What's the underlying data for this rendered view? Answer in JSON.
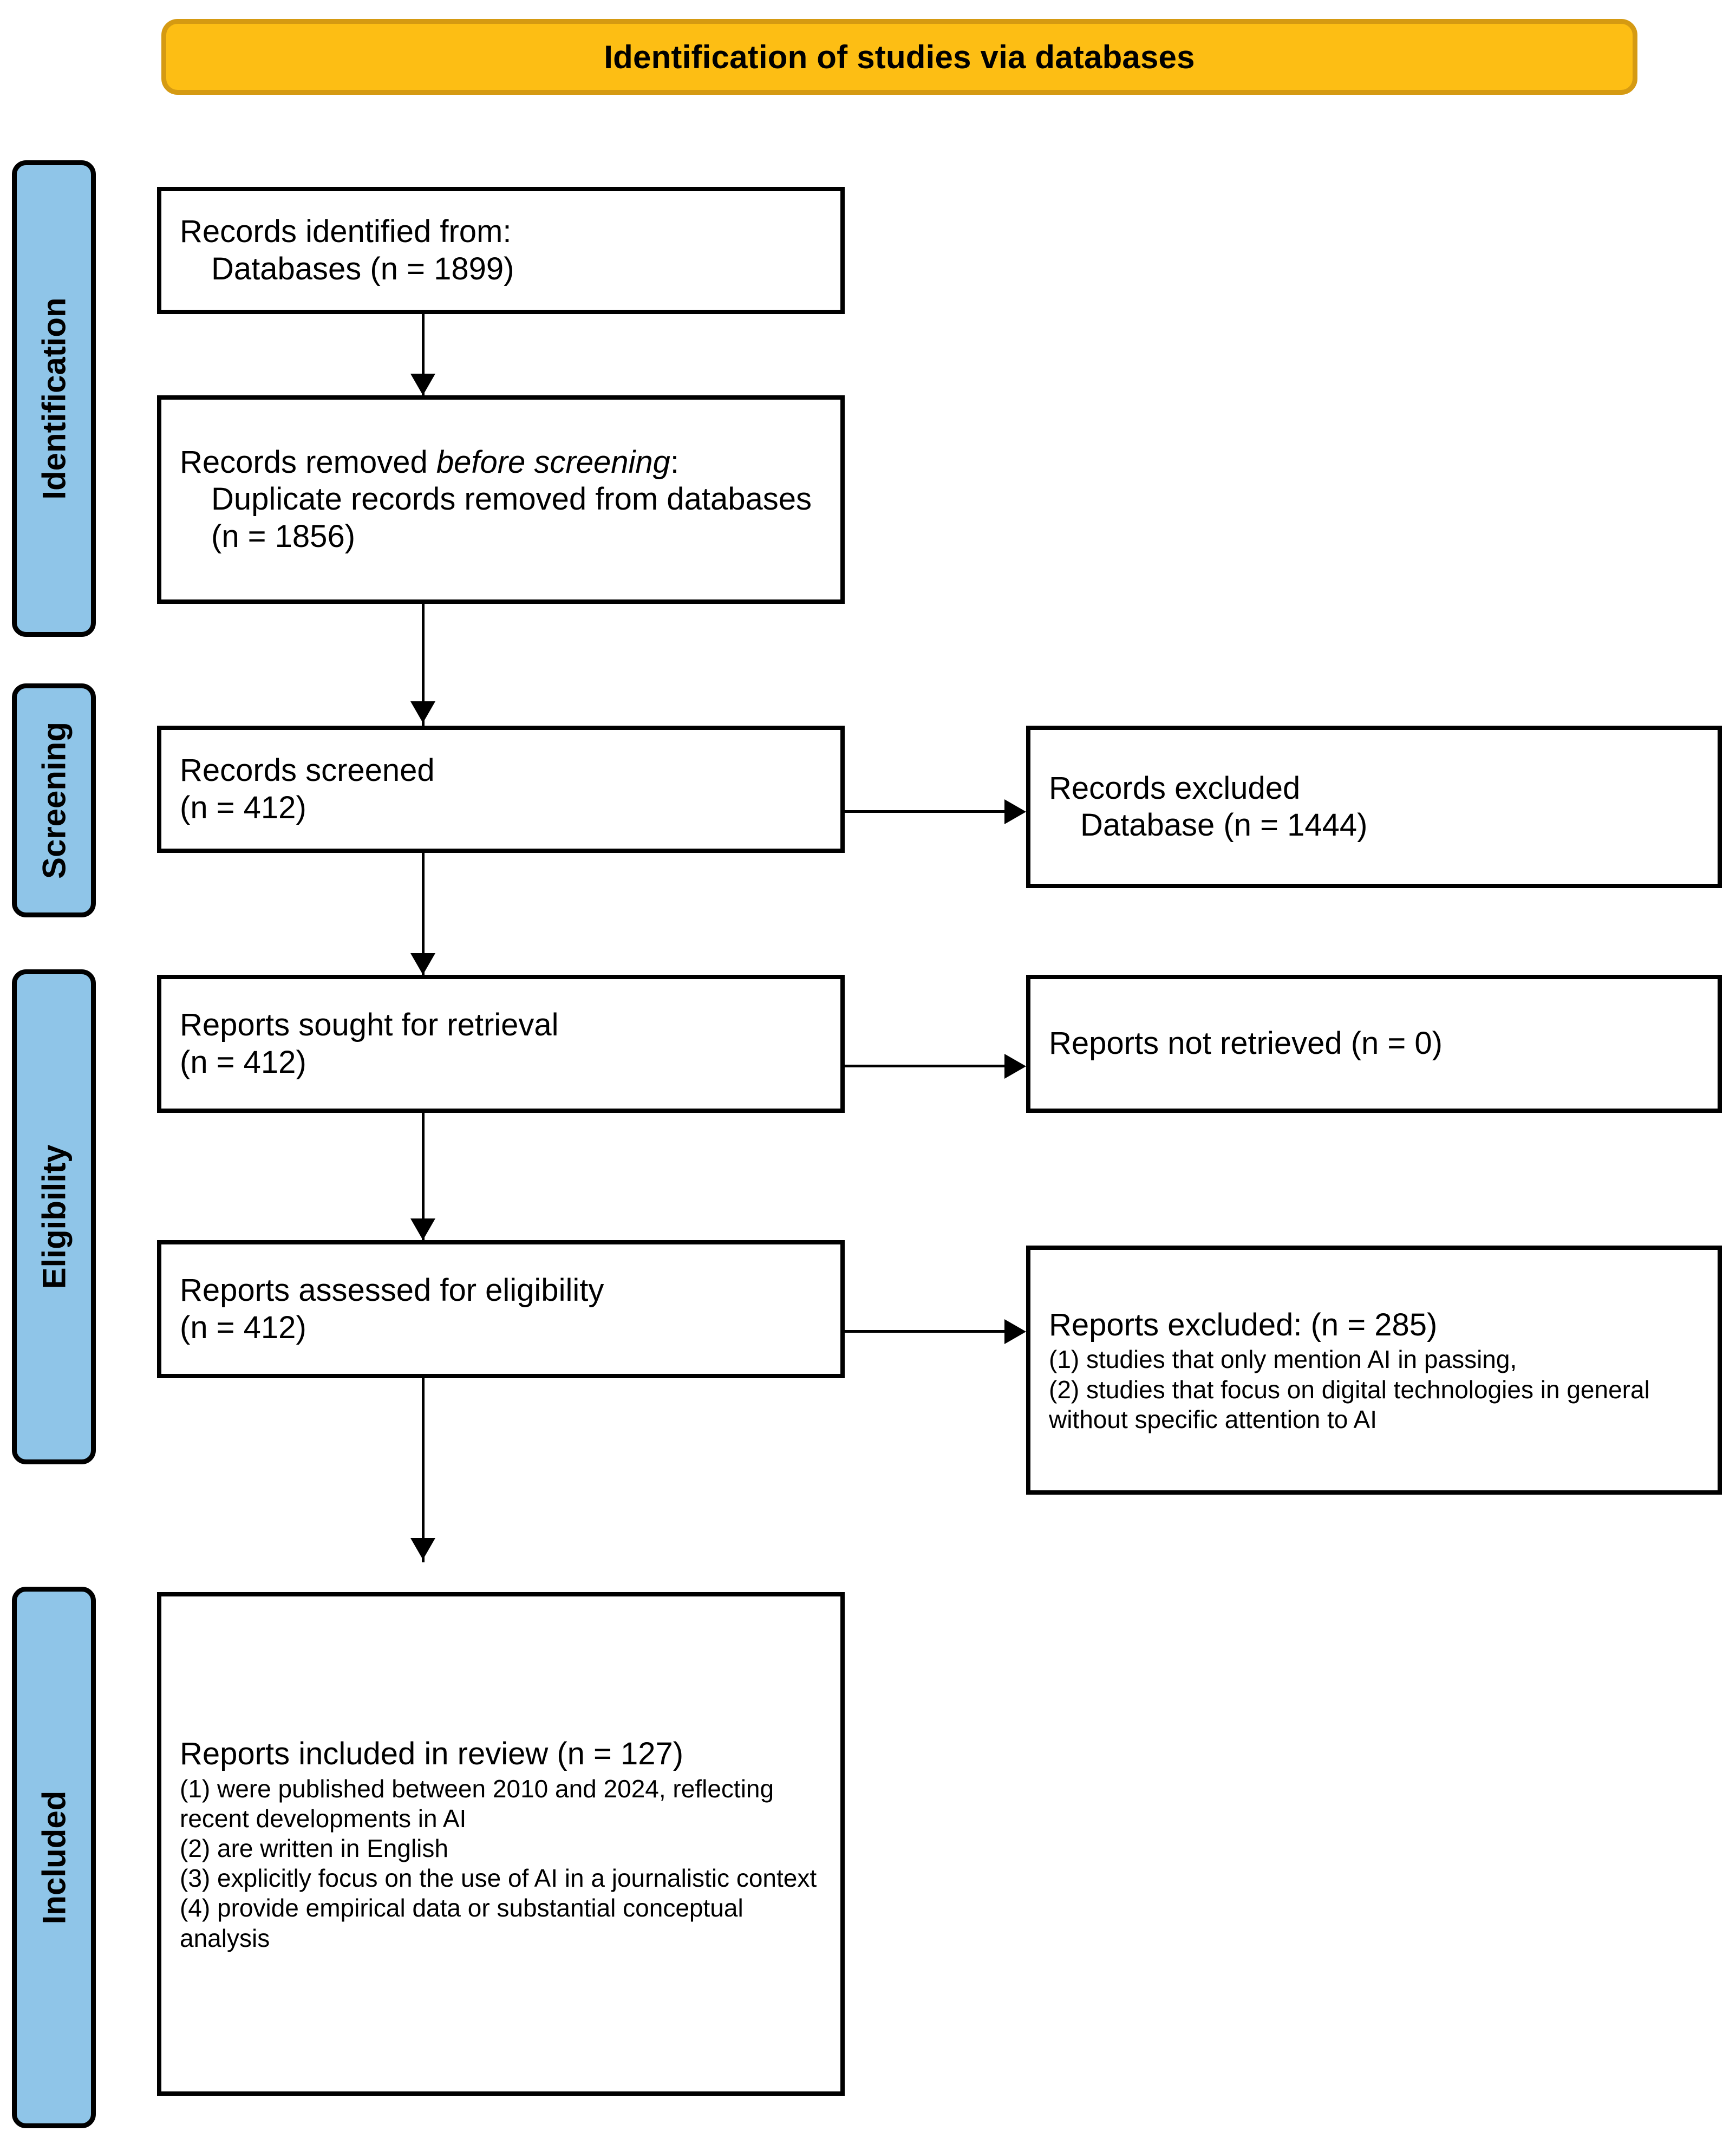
{
  "banner": {
    "title": "Identification of studies via databases"
  },
  "colors": {
    "banner_fill": "#FDBE14",
    "banner_border": "#D59A12",
    "stage_fill": "#8FC5E8",
    "stage_border": "#000000",
    "box_border": "#000000",
    "text": "#000000"
  },
  "stages": [
    {
      "label": "Identification"
    },
    {
      "label": "Screening"
    },
    {
      "label": "Eligibility"
    },
    {
      "label": "Included"
    }
  ],
  "boxes": {
    "identified": {
      "line1": "Records identified from:",
      "line2": "Databases (n = 1899)"
    },
    "removed": {
      "line1_pre": "Records removed ",
      "line1_italic": "before screening",
      "line1_post": ":",
      "line2": "Duplicate records removed from databases (n = 1856)"
    },
    "screened": {
      "line1": "Records screened",
      "line2": "(n = 412)"
    },
    "records_excluded": {
      "line1": "Records excluded",
      "line2": "Database (n = 1444)"
    },
    "sought": {
      "line1": "Reports sought for retrieval",
      "line2": "(n = 412)"
    },
    "not_retrieved": {
      "line1": "Reports not retrieved (n = 0)"
    },
    "assessed": {
      "line1": "Reports assessed for eligibility",
      "line2": "(n = 412)"
    },
    "reports_excluded": {
      "heading": "Reports excluded: (n = 285)",
      "items": [
        "(1) studies that only mention AI in passing,",
        "(2) studies that focus on digital technologies in general without specific attention to AI"
      ]
    },
    "included": {
      "heading": "Reports included in review (n = 127)",
      "items": [
        "(1) were published between 2010 and 2024, reflecting recent developments in AI",
        "(2) are written in English",
        "(3) explicitly focus on the use of AI in a journalistic context",
        "(4) provide empirical data or substantial conceptual analysis"
      ]
    }
  }
}
